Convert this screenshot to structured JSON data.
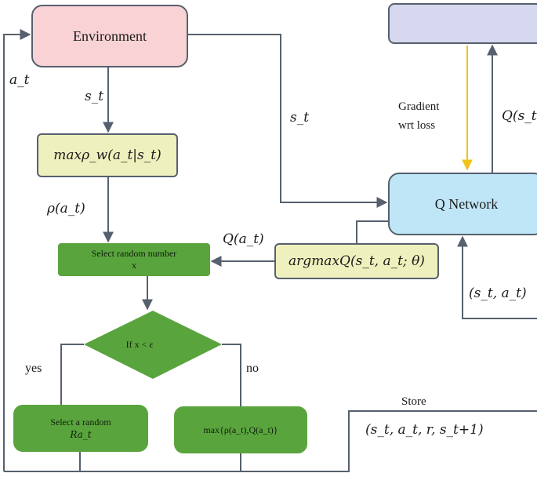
{
  "nodes": {
    "environment": "Environment",
    "q_network": "Q Network",
    "max_rho": "maxρ_w(a_t|s_t)",
    "argmax_q": "argmaxQ(s_t, a_t; θ)",
    "select_random_line1": "Select random number",
    "select_random_line2": "x",
    "decision": "If x < ε",
    "select_a_random_line1": "Select a random",
    "select_a_random_line2": "Ra_t",
    "max_rho_q": "max{ρ(a_t),Q(a_t)}"
  },
  "labels": {
    "a_t": "a_t",
    "s_t_down": "s_t",
    "s_t_right": "s_t",
    "rho_a_t": "ρ(a_t)",
    "q_a_t": "Q(a_t)",
    "gradient_line1": "Gradient",
    "gradient_line2": "wrt loss",
    "q_s_t": "Q(s_t",
    "s_t_a_t": "(s_t, a_t)",
    "yes": "yes",
    "no": "no",
    "store": "Store",
    "transition": "(s_t, a_t, r, s_t+1)"
  }
}
